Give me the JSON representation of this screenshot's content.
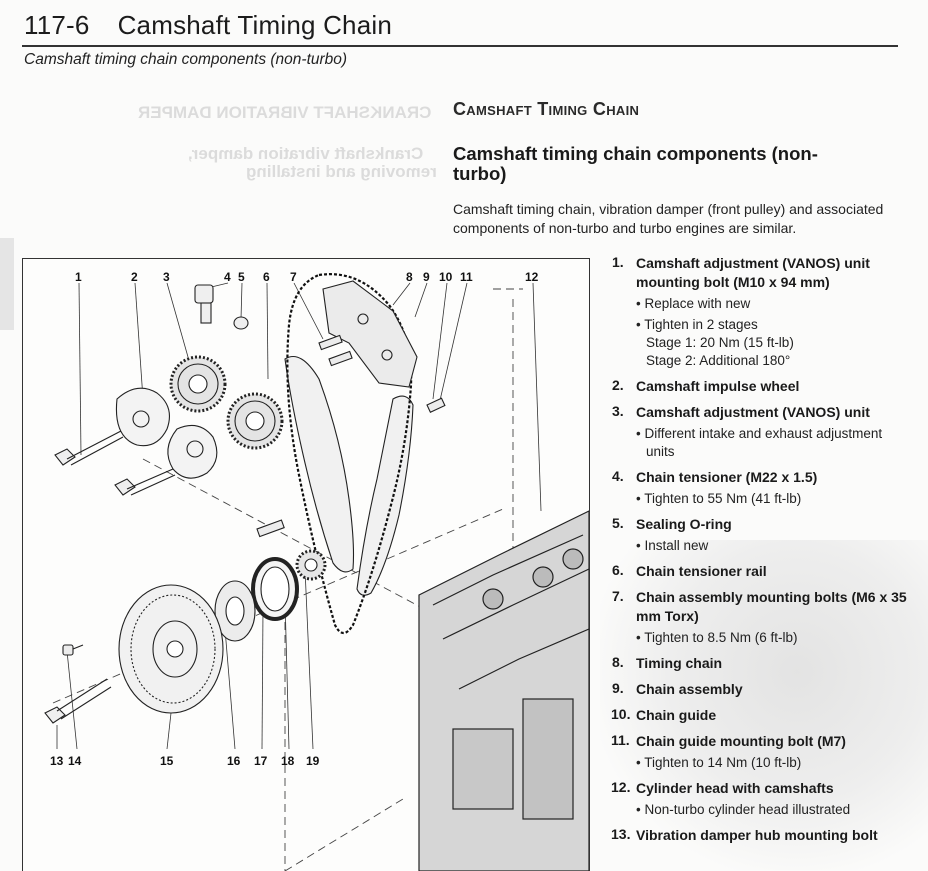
{
  "header": {
    "page_number": "117-6",
    "title": "Camshaft Timing Chain",
    "subtitle": "Camshaft timing chain components (non-turbo)"
  },
  "section_heading": "Camshaft Timing Chain",
  "sub_heading": "Camshaft timing chain components (non-turbo)",
  "intro": "Camshaft timing chain, vibration damper (front pulley) and associated components of non-turbo and turbo engines are similar.",
  "figure": {
    "callouts": [
      "1",
      "2",
      "3",
      "4",
      "5",
      "6",
      "7",
      "8",
      "9",
      "10",
      "11",
      "12",
      "13",
      "14",
      "15",
      "16",
      "17",
      "18",
      "19"
    ]
  },
  "parts": [
    {
      "num": "1.",
      "name": "Camshaft adjustment (VANOS) unit mounting bolt (M10 x 94 mm)",
      "notes": [
        "Replace with new",
        "Tighten in 2 stages\nStage 1: 20 Nm (15 ft-lb)\nStage 2: Additional 180°"
      ]
    },
    {
      "num": "2.",
      "name": "Camshaft impulse wheel",
      "notes": []
    },
    {
      "num": "3.",
      "name": "Camshaft adjustment (VANOS) unit",
      "notes": [
        "Different intake and exhaust adjustment units"
      ]
    },
    {
      "num": "4.",
      "name": "Chain tensioner (M22 x 1.5)",
      "notes": [
        "Tighten to 55 Nm (41 ft-lb)"
      ]
    },
    {
      "num": "5.",
      "name": "Sealing O-ring",
      "notes": [
        "Install new"
      ]
    },
    {
      "num": "6.",
      "name": "Chain tensioner rail",
      "notes": []
    },
    {
      "num": "7.",
      "name": "Chain assembly mounting bolts (M6 x 35 mm Torx)",
      "notes": [
        "Tighten to 8.5 Nm (6 ft-lb)"
      ]
    },
    {
      "num": "8.",
      "name": "Timing chain",
      "notes": []
    },
    {
      "num": "9.",
      "name": "Chain assembly",
      "notes": []
    },
    {
      "num": "10.",
      "name": "Chain guide",
      "notes": []
    },
    {
      "num": "11.",
      "name": "Chain guide mounting bolt (M7)",
      "notes": [
        "Tighten to 14 Nm (10 ft-lb)"
      ]
    },
    {
      "num": "12.",
      "name": "Cylinder head with camshafts",
      "notes": [
        "Non-turbo cylinder head illustrated"
      ]
    },
    {
      "num": "13.",
      "name": "Vibration damper hub mounting bolt",
      "notes": []
    }
  ],
  "bleed_through": {
    "line1": "CRANKSHAFT VIBRATION DAMPER",
    "line2": "Crankshaft vibration damper,",
    "line3": "removing and installing"
  }
}
